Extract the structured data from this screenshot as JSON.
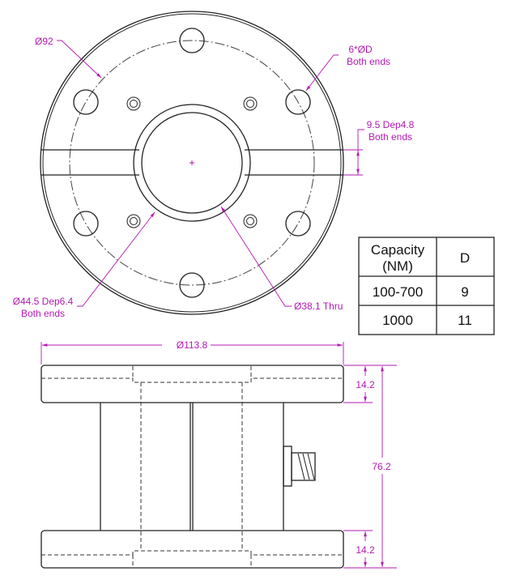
{
  "drawing": {
    "top_view": {
      "annotations": {
        "bolt_circle": "Ø92",
        "mount_holes_line1": "6*ØD",
        "mount_holes_line2": "Both ends",
        "slot_line1": "9.5 Dep4.8",
        "slot_line2": "Both ends",
        "counterbore_line1": "Ø44.5 Dep6.4",
        "counterbore_line2": "Both ends",
        "through_bore": "Ø38.1 Thru"
      }
    },
    "side_view": {
      "annotations": {
        "outer_diameter": "Ø113.8",
        "top_flange_height": "14.2",
        "bottom_flange_height": "14.2",
        "total_height": "76.2"
      }
    },
    "table": {
      "headers": [
        "Capacity (NM)",
        "D"
      ],
      "header_line1": "Capacity",
      "header_line2": "(NM)",
      "header_d": "D",
      "rows": [
        {
          "capacity": "100-700",
          "d": "9"
        },
        {
          "capacity": "1000",
          "d": "11"
        }
      ]
    },
    "colors": {
      "dimension": "#b31ab3",
      "outline": "#222222"
    }
  }
}
